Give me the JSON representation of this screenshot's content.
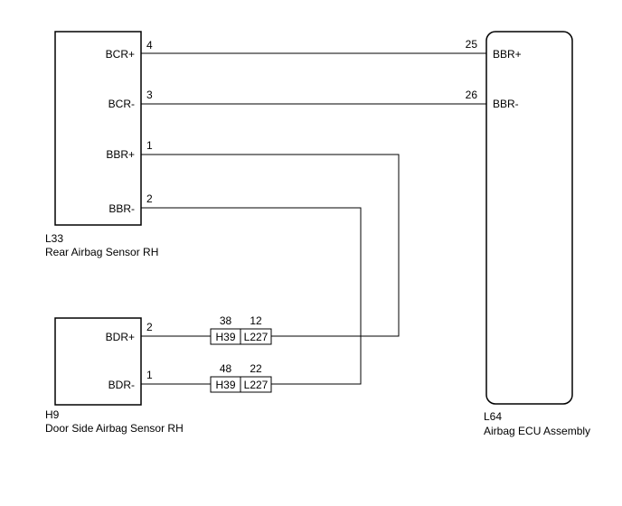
{
  "components": {
    "rear_sensor": {
      "code": "L33",
      "name": "Rear Airbag Sensor RH",
      "pins": [
        {
          "label": "BCR+",
          "number": "4"
        },
        {
          "label": "BCR-",
          "number": "3"
        },
        {
          "label": "BBR+",
          "number": "1"
        },
        {
          "label": "BBR-",
          "number": "2"
        }
      ]
    },
    "door_sensor": {
      "code": "H9",
      "name": "Door Side Airbag Sensor RH",
      "pins": [
        {
          "label": "BDR+",
          "number": "2"
        },
        {
          "label": "BDR-",
          "number": "1"
        }
      ]
    },
    "ecu": {
      "code": "L64",
      "name": "Airbag ECU Assembly",
      "pins": [
        {
          "label": "BBR+",
          "number": "25"
        },
        {
          "label": "BBR-",
          "number": "26"
        }
      ]
    }
  },
  "junctions": [
    {
      "left": "H39",
      "right": "L227",
      "left_pin": "38",
      "right_pin": "12"
    },
    {
      "left": "H39",
      "right": "L227",
      "left_pin": "48",
      "right_pin": "22"
    }
  ]
}
